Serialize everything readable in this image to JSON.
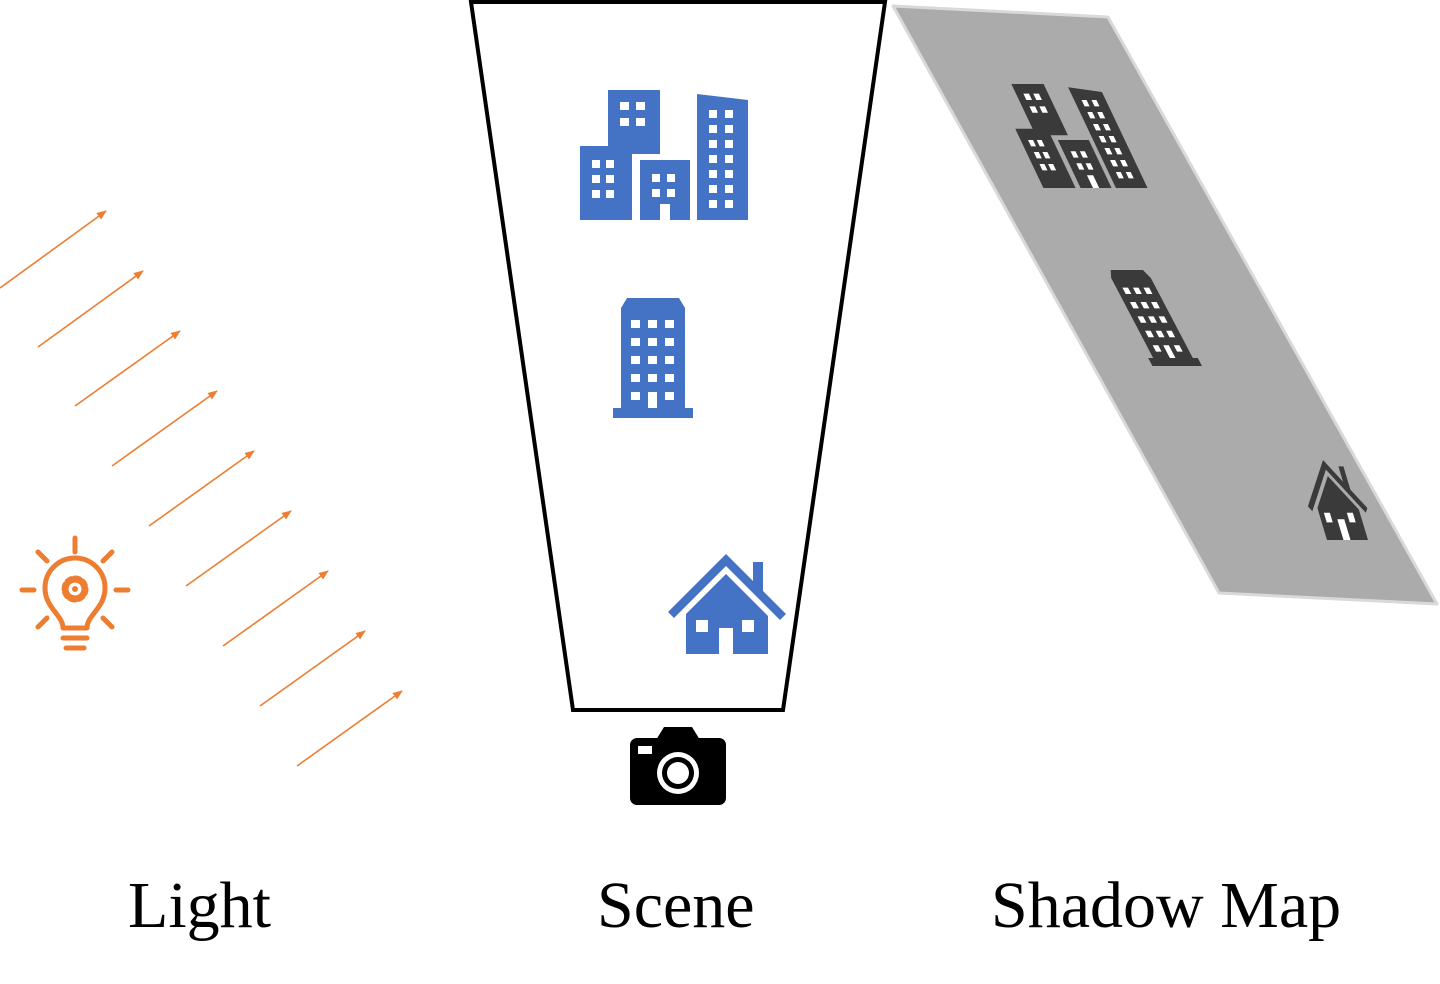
{
  "captions": {
    "light": "Light",
    "scene": "Scene",
    "shadow_map": "Shadow Map"
  },
  "colors": {
    "light": "#ED7D31",
    "light_rays": "#ED7D31",
    "scene_objects": "#4472C4",
    "frustum": "#000000",
    "camera": "#000000",
    "shadow_plane": "#ABABAB",
    "shadow_plane_edge": "#D9D9D9",
    "shadow_objects": "#3A3A3A"
  },
  "icons": {
    "light": "lightbulb-gear-icon",
    "camera": "camera-icon",
    "scene_objects": [
      "office-buildings-icon",
      "building-icon",
      "house-icon"
    ],
    "shadow_objects": [
      "office-buildings-shadow-icon",
      "building-shadow-icon",
      "house-shadow-icon"
    ]
  }
}
